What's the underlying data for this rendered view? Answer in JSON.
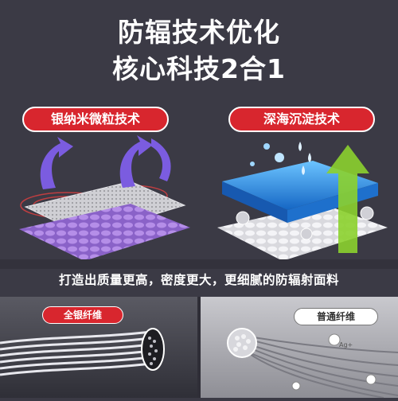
{
  "header": {
    "line1": "防辐技术优化",
    "line2": "核心科技2合1"
  },
  "features": {
    "left_label": "银纳米微粒技术",
    "right_label": "深海沉淀技术"
  },
  "caption": "打造出质量更高，密度更大，更细腻的防辐射面料",
  "fibers": {
    "left_badge": "全银纤维",
    "right_badge": "普通纤维",
    "ag_label": "Ag+"
  },
  "colors": {
    "background": "#3b3a45",
    "accent_red": "#d8262e",
    "arrow_purple": "#7b5ce0",
    "arrow_green": "#8cd12e",
    "water_blue": "#1f8fe0"
  }
}
